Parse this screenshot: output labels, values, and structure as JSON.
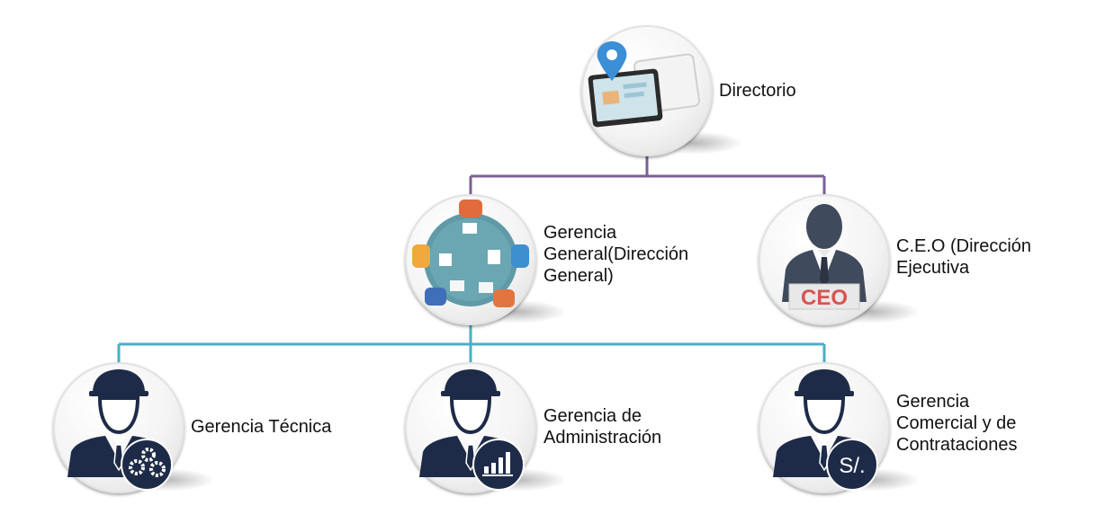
{
  "colors": {
    "top_connector": "#7b5f96",
    "bottom_connector": "#4aaec6",
    "figure": "#1e2b48",
    "ceo_badge": "#d9534f"
  },
  "nodes": {
    "directorio": {
      "label_lines": [
        "Directorio"
      ],
      "icon": "tablet-map-pin-icon"
    },
    "gerencia_general": {
      "label_lines": [
        "Gerencia",
        "General(Dirección",
        "General)"
      ],
      "icon": "meeting-table-icon"
    },
    "ceo": {
      "label_lines": [
        "C.E.O (Dirección",
        "Ejecutiva"
      ],
      "icon": "ceo-person-icon",
      "badge": "CEO"
    },
    "gerencia_tecnica": {
      "label_lines": [
        "Gerencia Técnica"
      ],
      "icon": "engineer-gears-icon"
    },
    "gerencia_administracion": {
      "label_lines": [
        "Gerencia de",
        "Administración"
      ],
      "icon": "engineer-chart-icon"
    },
    "gerencia_comercial": {
      "label_lines": [
        "Gerencia",
        "Comercial y de",
        "Contrataciones"
      ],
      "icon": "engineer-currency-icon",
      "badge": "S/."
    }
  },
  "edges": [
    {
      "from": "directorio",
      "to": "gerencia_general"
    },
    {
      "from": "directorio",
      "to": "ceo"
    },
    {
      "from": "gerencia_general",
      "to": "gerencia_tecnica"
    },
    {
      "from": "gerencia_general",
      "to": "gerencia_administracion"
    },
    {
      "from": "gerencia_general",
      "to": "gerencia_comercial"
    }
  ]
}
